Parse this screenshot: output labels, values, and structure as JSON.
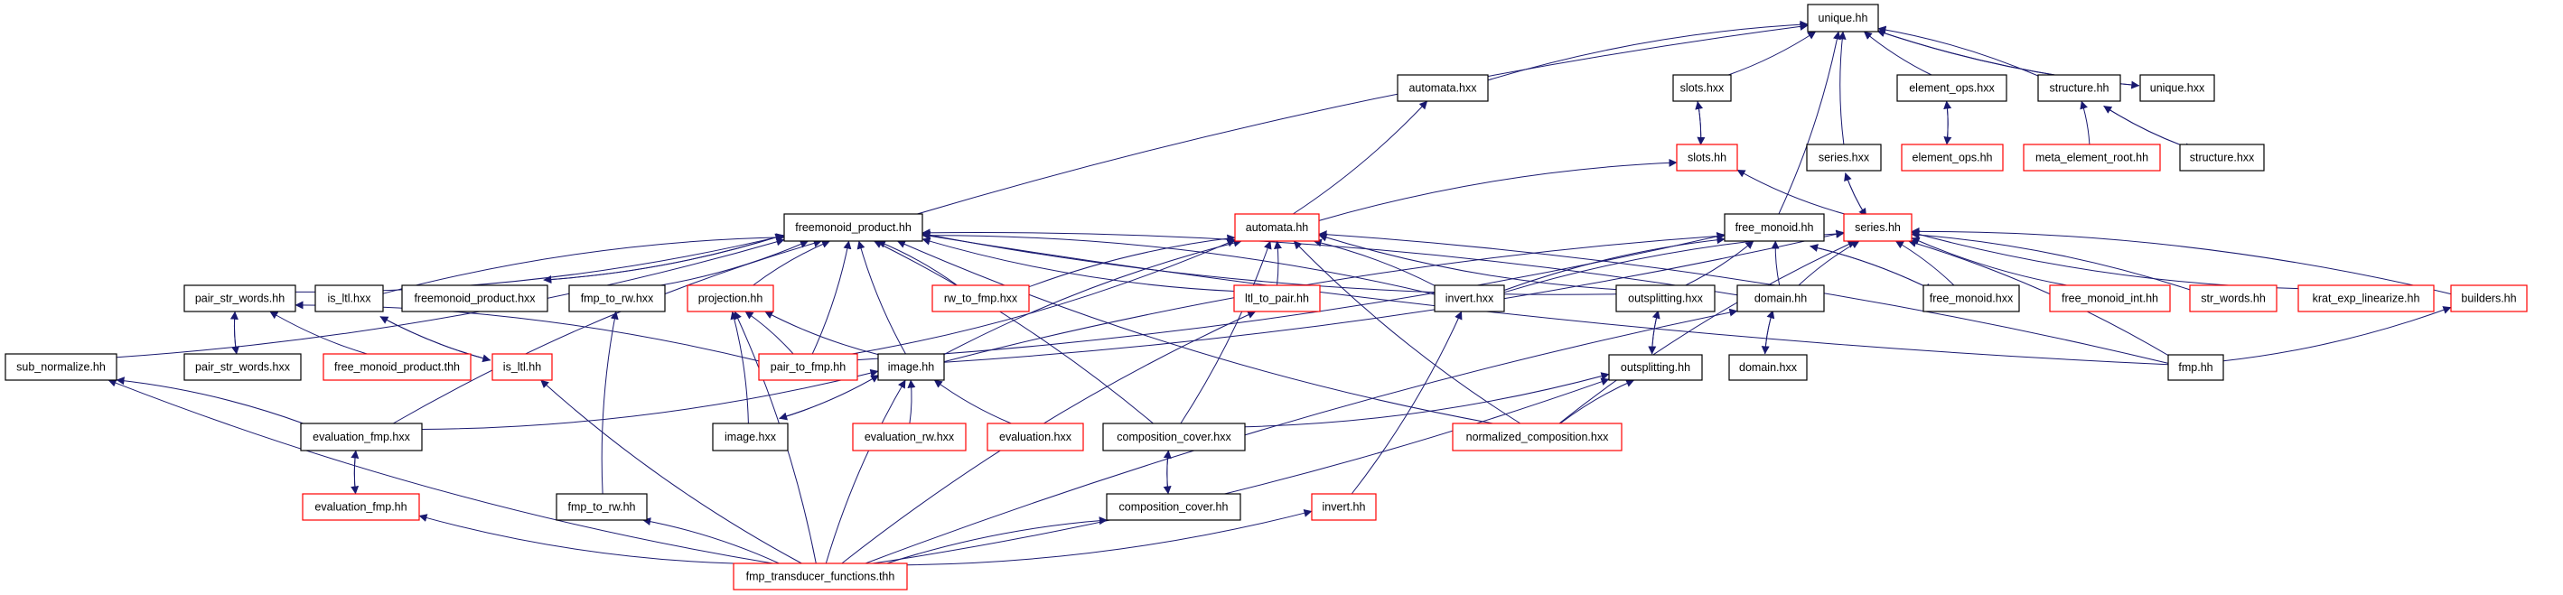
{
  "diagram": {
    "type": "include-dependency-graph",
    "colors": {
      "edge": "#191970",
      "node_border_default": "#000000",
      "node_border_truncated": "#ff0000",
      "root_fill": "#bfbfbf",
      "node_fill": "#ffffff"
    },
    "root": "unique.hh",
    "nodes": [
      {
        "id": "unique_hh",
        "label": "unique.hh",
        "style": "root"
      },
      {
        "id": "automata_hxx",
        "label": "automata.hxx",
        "style": "normal"
      },
      {
        "id": "slots_hxx",
        "label": "slots.hxx",
        "style": "normal"
      },
      {
        "id": "element_ops_hxx",
        "label": "element_ops.hxx",
        "style": "normal"
      },
      {
        "id": "structure_hh",
        "label": "structure.hh",
        "style": "normal"
      },
      {
        "id": "unique_hxx",
        "label": "unique.hxx",
        "style": "normal"
      },
      {
        "id": "slots_hh",
        "label": "slots.hh",
        "style": "truncated"
      },
      {
        "id": "series_hxx",
        "label": "series.hxx",
        "style": "normal"
      },
      {
        "id": "element_ops_hh",
        "label": "element_ops.hh",
        "style": "truncated"
      },
      {
        "id": "meta_element_root_hh",
        "label": "meta_element_root.hh",
        "style": "truncated"
      },
      {
        "id": "structure_hxx",
        "label": "structure.hxx",
        "style": "normal"
      },
      {
        "id": "freemonoid_product_hh",
        "label": "freemonoid_product.hh",
        "style": "normal"
      },
      {
        "id": "automata_hh",
        "label": "automata.hh",
        "style": "truncated"
      },
      {
        "id": "free_monoid_hh",
        "label": "free_monoid.hh",
        "style": "normal"
      },
      {
        "id": "series_hh",
        "label": "series.hh",
        "style": "truncated"
      },
      {
        "id": "pair_str_words_hh",
        "label": "pair_str_words.hh",
        "style": "normal"
      },
      {
        "id": "is_ltl_hxx",
        "label": "is_ltl.hxx",
        "style": "normal"
      },
      {
        "id": "freemonoid_product_hxx",
        "label": "freemonoid_product.hxx",
        "style": "normal"
      },
      {
        "id": "fmp_to_rw_hxx",
        "label": "fmp_to_rw.hxx",
        "style": "normal"
      },
      {
        "id": "projection_hh",
        "label": "projection.hh",
        "style": "truncated"
      },
      {
        "id": "rw_to_fmp_hxx",
        "label": "rw_to_fmp.hxx",
        "style": "truncated"
      },
      {
        "id": "ltl_to_pair_hh",
        "label": "ltl_to_pair.hh",
        "style": "truncated"
      },
      {
        "id": "invert_hxx",
        "label": "invert.hxx",
        "style": "normal"
      },
      {
        "id": "outsplitting_hxx",
        "label": "outsplitting.hxx",
        "style": "normal"
      },
      {
        "id": "domain_hh",
        "label": "domain.hh",
        "style": "normal"
      },
      {
        "id": "free_monoid_hxx",
        "label": "free_monoid.hxx",
        "style": "normal"
      },
      {
        "id": "free_monoid_int_hh",
        "label": "free_monoid_int.hh",
        "style": "truncated"
      },
      {
        "id": "str_words_hh",
        "label": "str_words.hh",
        "style": "truncated"
      },
      {
        "id": "krat_exp_linearize_hh",
        "label": "krat_exp_linearize.hh",
        "style": "truncated"
      },
      {
        "id": "builders_hh",
        "label": "builders.hh",
        "style": "truncated"
      },
      {
        "id": "sub_normalize_hh",
        "label": "sub_normalize.hh",
        "style": "normal"
      },
      {
        "id": "pair_str_words_hxx",
        "label": "pair_str_words.hxx",
        "style": "normal"
      },
      {
        "id": "free_monoid_product_thh",
        "label": "free_monoid_product.thh",
        "style": "truncated"
      },
      {
        "id": "is_ltl_hh",
        "label": "is_ltl.hh",
        "style": "truncated"
      },
      {
        "id": "pair_to_fmp_hh",
        "label": "pair_to_fmp.hh",
        "style": "truncated"
      },
      {
        "id": "image_hh",
        "label": "image.hh",
        "style": "normal"
      },
      {
        "id": "outsplitting_hh",
        "label": "outsplitting.hh",
        "style": "normal"
      },
      {
        "id": "domain_hxx",
        "label": "domain.hxx",
        "style": "normal"
      },
      {
        "id": "fmp_hh",
        "label": "fmp.hh",
        "style": "normal"
      },
      {
        "id": "evaluation_fmp_hxx",
        "label": "evaluation_fmp.hxx",
        "style": "normal"
      },
      {
        "id": "image_hxx",
        "label": "image.hxx",
        "style": "normal"
      },
      {
        "id": "evaluation_rw_hxx",
        "label": "evaluation_rw.hxx",
        "style": "truncated"
      },
      {
        "id": "evaluation_hxx",
        "label": "evaluation.hxx",
        "style": "truncated"
      },
      {
        "id": "composition_cover_hxx",
        "label": "composition_cover.hxx",
        "style": "normal"
      },
      {
        "id": "normalized_composition_hxx",
        "label": "normalized_composition.hxx",
        "style": "truncated"
      },
      {
        "id": "evaluation_fmp_hh",
        "label": "evaluation_fmp.hh",
        "style": "truncated"
      },
      {
        "id": "fmp_to_rw_hh",
        "label": "fmp_to_rw.hh",
        "style": "normal"
      },
      {
        "id": "composition_cover_hh",
        "label": "composition_cover.hh",
        "style": "normal"
      },
      {
        "id": "invert_hh",
        "label": "invert.hh",
        "style": "truncated"
      },
      {
        "id": "fmp_transducer_functions_thh",
        "label": "fmp_transducer_functions.thh",
        "style": "truncated"
      }
    ],
    "edges": [
      [
        "automata_hxx",
        "unique_hh"
      ],
      [
        "slots_hxx",
        "unique_hh"
      ],
      [
        "element_ops_hxx",
        "unique_hh"
      ],
      [
        "structure_hh",
        "unique_hh"
      ],
      [
        "unique_hxx",
        "unique_hh"
      ],
      [
        "unique_hh",
        "unique_hxx"
      ],
      [
        "series_hxx",
        "unique_hh"
      ],
      [
        "free_monoid_hh",
        "unique_hh"
      ],
      [
        "freemonoid_product_hh",
        "unique_hh"
      ],
      [
        "slots_hh",
        "slots_hxx"
      ],
      [
        "slots_hxx",
        "slots_hh"
      ],
      [
        "element_ops_hh",
        "element_ops_hxx"
      ],
      [
        "element_ops_hxx",
        "element_ops_hh"
      ],
      [
        "meta_element_root_hh",
        "structure_hh"
      ],
      [
        "structure_hxx",
        "structure_hh"
      ],
      [
        "structure_hh",
        "structure_hxx"
      ],
      [
        "series_hh",
        "series_hxx"
      ],
      [
        "series_hxx",
        "series_hh"
      ],
      [
        "series_hh",
        "slots_hh"
      ],
      [
        "automata_hh",
        "automata_hxx"
      ],
      [
        "automata_hh",
        "slots_hh"
      ],
      [
        "pair_str_words_hh",
        "freemonoid_product_hh"
      ],
      [
        "is_ltl_hxx",
        "freemonoid_product_hh"
      ],
      [
        "freemonoid_product_hxx",
        "freemonoid_product_hh"
      ],
      [
        "freemonoid_product_hh",
        "freemonoid_product_hxx"
      ],
      [
        "fmp_to_rw_hxx",
        "freemonoid_product_hh"
      ],
      [
        "projection_hh",
        "freemonoid_product_hh"
      ],
      [
        "rw_to_fmp_hxx",
        "freemonoid_product_hh"
      ],
      [
        "ltl_to_pair_hh",
        "freemonoid_product_hh"
      ],
      [
        "invert_hxx",
        "freemonoid_product_hh"
      ],
      [
        "outsplitting_hxx",
        "freemonoid_product_hh"
      ],
      [
        "domain_hh",
        "freemonoid_product_hh"
      ],
      [
        "fmp_hh",
        "freemonoid_product_hh"
      ],
      [
        "sub_normalize_hh",
        "freemonoid_product_hh"
      ],
      [
        "evaluation_fmp_hxx",
        "freemonoid_product_hh"
      ],
      [
        "pair_to_fmp_hh",
        "freemonoid_product_hh"
      ],
      [
        "image_hh",
        "freemonoid_product_hh"
      ],
      [
        "composition_cover_hxx",
        "freemonoid_product_hh"
      ],
      [
        "normalized_composition_hxx",
        "freemonoid_product_hh"
      ],
      [
        "ltl_to_pair_hh",
        "automata_hh"
      ],
      [
        "rw_to_fmp_hxx",
        "automata_hh"
      ],
      [
        "pair_to_fmp_hh",
        "automata_hh"
      ],
      [
        "image_hh",
        "automata_hh"
      ],
      [
        "composition_cover_hxx",
        "automata_hh"
      ],
      [
        "normalized_composition_hxx",
        "automata_hh"
      ],
      [
        "invert_hxx",
        "automata_hh"
      ],
      [
        "outsplitting_hxx",
        "automata_hh"
      ],
      [
        "fmp_hh",
        "automata_hh"
      ],
      [
        "domain_hh",
        "free_monoid_hh"
      ],
      [
        "free_monoid_hxx",
        "free_monoid_hh"
      ],
      [
        "free_monoid_hh",
        "free_monoid_hxx"
      ],
      [
        "pair_to_fmp_hh",
        "free_monoid_hh"
      ],
      [
        "image_hh",
        "free_monoid_hh"
      ],
      [
        "outsplitting_hxx",
        "free_monoid_hh"
      ],
      [
        "invert_hxx",
        "free_monoid_hh"
      ],
      [
        "free_monoid_hxx",
        "series_hh"
      ],
      [
        "free_monoid_int_hh",
        "series_hh"
      ],
      [
        "str_words_hh",
        "series_hh"
      ],
      [
        "krat_exp_linearize_hh",
        "series_hh"
      ],
      [
        "builders_hh",
        "series_hh"
      ],
      [
        "domain_hh",
        "series_hh"
      ],
      [
        "fmp_hh",
        "series_hh"
      ],
      [
        "invert_hxx",
        "series_hh"
      ],
      [
        "image_hh",
        "series_hh"
      ],
      [
        "normalized_composition_hxx",
        "series_hh"
      ],
      [
        "fmp_hh",
        "builders_hh"
      ],
      [
        "pair_str_words_hxx",
        "pair_str_words_hh"
      ],
      [
        "pair_str_words_hh",
        "pair_str_words_hxx"
      ],
      [
        "free_monoid_product_thh",
        "pair_str_words_hh"
      ],
      [
        "pair_to_fmp_hh",
        "pair_str_words_hh"
      ],
      [
        "is_ltl_hh",
        "is_ltl_hxx"
      ],
      [
        "is_ltl_hxx",
        "is_ltl_hh"
      ],
      [
        "fmp_to_rw_hh",
        "fmp_to_rw_hxx"
      ],
      [
        "pair_to_fmp_hh",
        "projection_hh"
      ],
      [
        "image_hh",
        "projection_hh"
      ],
      [
        "image_hxx",
        "projection_hh"
      ],
      [
        "fmp_transducer_functions_thh",
        "ltl_to_pair_hh"
      ],
      [
        "invert_hh",
        "invert_hxx"
      ],
      [
        "outsplitting_hh",
        "outsplitting_hxx"
      ],
      [
        "outsplitting_hxx",
        "outsplitting_hh"
      ],
      [
        "domain_hxx",
        "domain_hh"
      ],
      [
        "domain_hh",
        "domain_hxx"
      ],
      [
        "fmp_transducer_functions_thh",
        "domain_hh"
      ],
      [
        "evaluation_fmp_hxx",
        "sub_normalize_hh"
      ],
      [
        "fmp_transducer_functions_thh",
        "sub_normalize_hh"
      ],
      [
        "image_hxx",
        "image_hh"
      ],
      [
        "image_hh",
        "image_hxx"
      ],
      [
        "evaluation_rw_hxx",
        "image_hh"
      ],
      [
        "evaluation_hxx",
        "image_hh"
      ],
      [
        "evaluation_fmp_hxx",
        "image_hh"
      ],
      [
        "fmp_transducer_functions_thh",
        "image_hh"
      ],
      [
        "composition_cover_hxx",
        "outsplitting_hh"
      ],
      [
        "normalized_composition_hxx",
        "outsplitting_hh"
      ],
      [
        "fmp_transducer_functions_thh",
        "outsplitting_hh"
      ],
      [
        "evaluation_fmp_hh",
        "evaluation_fmp_hxx"
      ],
      [
        "evaluation_fmp_hxx",
        "evaluation_fmp_hh"
      ],
      [
        "composition_cover_hh",
        "composition_cover_hxx"
      ],
      [
        "composition_cover_hxx",
        "composition_cover_hh"
      ],
      [
        "fmp_transducer_functions_thh",
        "evaluation_fmp_hh"
      ],
      [
        "fmp_transducer_functions_thh",
        "fmp_to_rw_hh"
      ],
      [
        "fmp_transducer_functions_thh",
        "composition_cover_hh"
      ],
      [
        "fmp_transducer_functions_thh",
        "invert_hh"
      ],
      [
        "fmp_transducer_functions_thh",
        "is_ltl_hh"
      ],
      [
        "fmp_transducer_functions_thh",
        "projection_hh"
      ]
    ]
  }
}
